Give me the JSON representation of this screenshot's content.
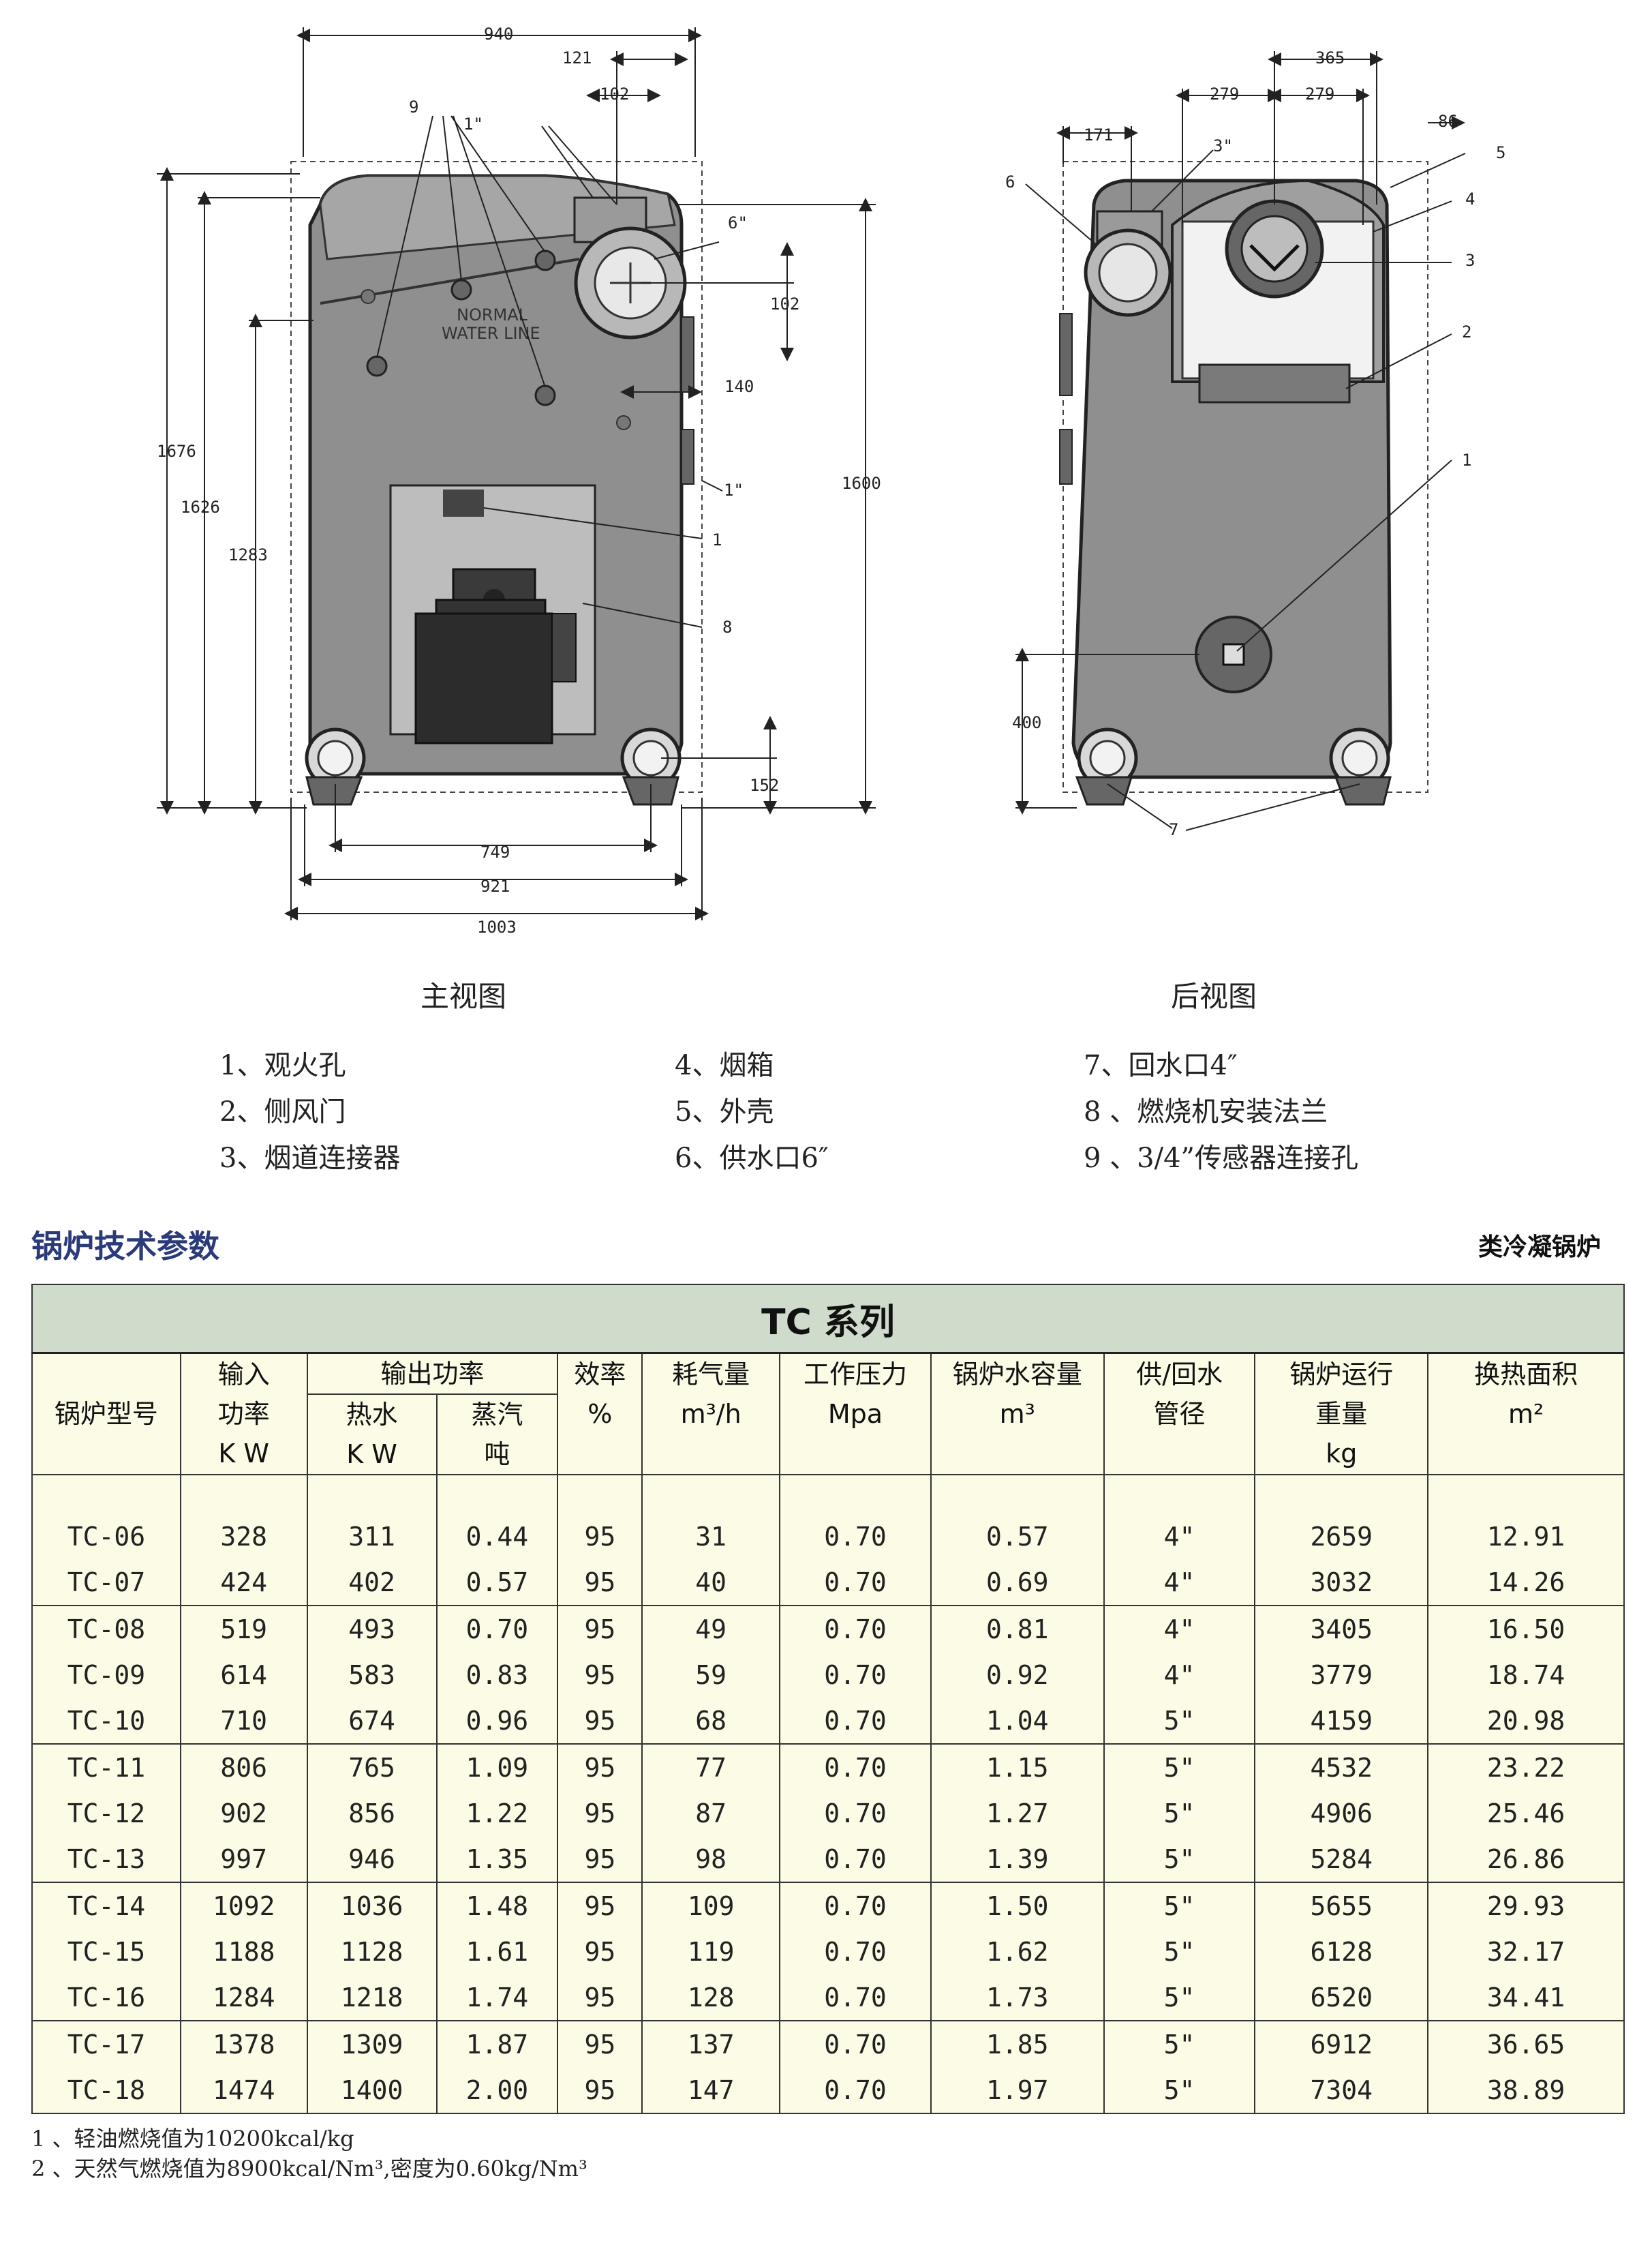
{
  "front_view": {
    "caption": "主视图",
    "dims": {
      "w940": "940",
      "w121": "121",
      "w102": "102",
      "h1676": "1676",
      "h1626": "1626",
      "h1283": "1283",
      "h1600": "1600",
      "d102": "102",
      "d140": "140",
      "d152": "152",
      "w749": "749",
      "w921": "921",
      "w1003": "1003"
    },
    "callouts": {
      "n9": "9",
      "in1": "1\"",
      "in6": "6\"",
      "in1b": "1\"",
      "n1": "1",
      "n8": "8"
    },
    "water_line": [
      "NORMAL",
      "WATER LINE"
    ]
  },
  "rear_view": {
    "caption": "后视图",
    "dims": {
      "w365": "365",
      "w279a": "279",
      "w279b": "279",
      "w86": "86",
      "w171": "171",
      "h400": "400"
    },
    "callouts": {
      "in3": "3\"",
      "n5": "5",
      "n4": "4",
      "n3": "3",
      "n2": "2",
      "n1": "1",
      "n6": "6",
      "n7": "7"
    }
  },
  "legend": [
    "1、观火孔",
    "2、侧风门",
    "3、烟道连接器",
    "4、烟箱",
    "5、外壳",
    "6、供水口6″",
    "7、回水口4″",
    "8 、燃烧机安装法兰",
    "9 、3/4”传感器连接孔"
  ],
  "section_title": "锅炉技术参数",
  "section_tag": "类冷凝锅炉",
  "table": {
    "series": "TC 系列",
    "headers": {
      "model": "锅炉型号",
      "input": [
        "输入",
        "功率",
        "K W"
      ],
      "output": "输出功率",
      "hot_water": [
        "热水",
        "K W"
      ],
      "steam": [
        "蒸汽",
        "吨"
      ],
      "efficiency": [
        "效率",
        "%"
      ],
      "gas": [
        "耗气量",
        "m³/h"
      ],
      "pressure": [
        "工作压力",
        "Mpa"
      ],
      "water_cap": [
        "锅炉水容量",
        "m³"
      ],
      "pipe": [
        "供/回水",
        "管径"
      ],
      "weight": [
        "锅炉运行",
        "重量",
        "kg"
      ],
      "area": [
        "换热面积",
        "m²"
      ]
    },
    "rows": [
      [
        "TC-06",
        "328",
        "311",
        "0.44",
        "95",
        "31",
        "0.70",
        "0.57",
        "4\"",
        "2659",
        "12.91"
      ],
      [
        "TC-07",
        "424",
        "402",
        "0.57",
        "95",
        "40",
        "0.70",
        "0.69",
        "4\"",
        "3032",
        "14.26"
      ],
      [
        "TC-08",
        "519",
        "493",
        "0.70",
        "95",
        "49",
        "0.70",
        "0.81",
        "4\"",
        "3405",
        "16.50"
      ],
      [
        "TC-09",
        "614",
        "583",
        "0.83",
        "95",
        "59",
        "0.70",
        "0.92",
        "4\"",
        "3779",
        "18.74"
      ],
      [
        "TC-10",
        "710",
        "674",
        "0.96",
        "95",
        "68",
        "0.70",
        "1.04",
        "5\"",
        "4159",
        "20.98"
      ],
      [
        "TC-11",
        "806",
        "765",
        "1.09",
        "95",
        "77",
        "0.70",
        "1.15",
        "5\"",
        "4532",
        "23.22"
      ],
      [
        "TC-12",
        "902",
        "856",
        "1.22",
        "95",
        "87",
        "0.70",
        "1.27",
        "5\"",
        "4906",
        "25.46"
      ],
      [
        "TC-13",
        "997",
        "946",
        "1.35",
        "95",
        "98",
        "0.70",
        "1.39",
        "5\"",
        "5284",
        "26.86"
      ],
      [
        "TC-14",
        "1092",
        "1036",
        "1.48",
        "95",
        "109",
        "0.70",
        "1.50",
        "5\"",
        "5655",
        "29.93"
      ],
      [
        "TC-15",
        "1188",
        "1128",
        "1.61",
        "95",
        "119",
        "0.70",
        "1.62",
        "5\"",
        "6128",
        "32.17"
      ],
      [
        "TC-16",
        "1284",
        "1218",
        "1.74",
        "95",
        "128",
        "0.70",
        "1.73",
        "5\"",
        "6520",
        "34.41"
      ],
      [
        "TC-17",
        "1378",
        "1309",
        "1.87",
        "95",
        "137",
        "0.70",
        "1.85",
        "5\"",
        "6912",
        "36.65"
      ],
      [
        "TC-18",
        "1474",
        "1400",
        "2.00",
        "95",
        "147",
        "0.70",
        "1.97",
        "5\"",
        "7304",
        "38.89"
      ]
    ]
  },
  "notes": [
    "1 、轻油燃烧值为10200kcal/kg",
    "2 、天然气燃烧值为8900kcal/Nm³,密度为0.60kg/Nm³"
  ]
}
